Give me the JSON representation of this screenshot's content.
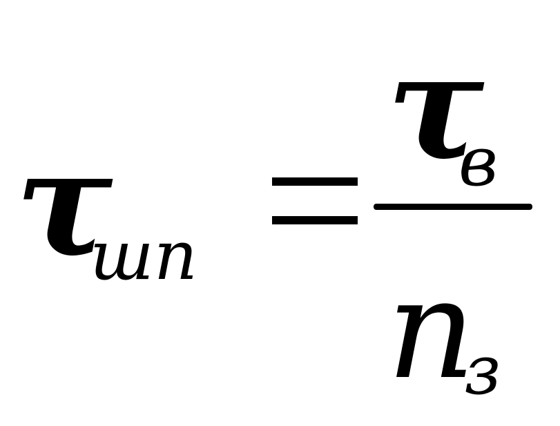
{
  "formula": {
    "lhs": {
      "symbol": "τ",
      "subscript": "шп"
    },
    "operator": "=",
    "rhs": {
      "numerator": {
        "symbol": "τ",
        "subscript": "в"
      },
      "denominator": {
        "symbol": "n",
        "subscript": "з"
      }
    },
    "colors": {
      "ink": "#000000",
      "background": "#ffffff"
    }
  }
}
